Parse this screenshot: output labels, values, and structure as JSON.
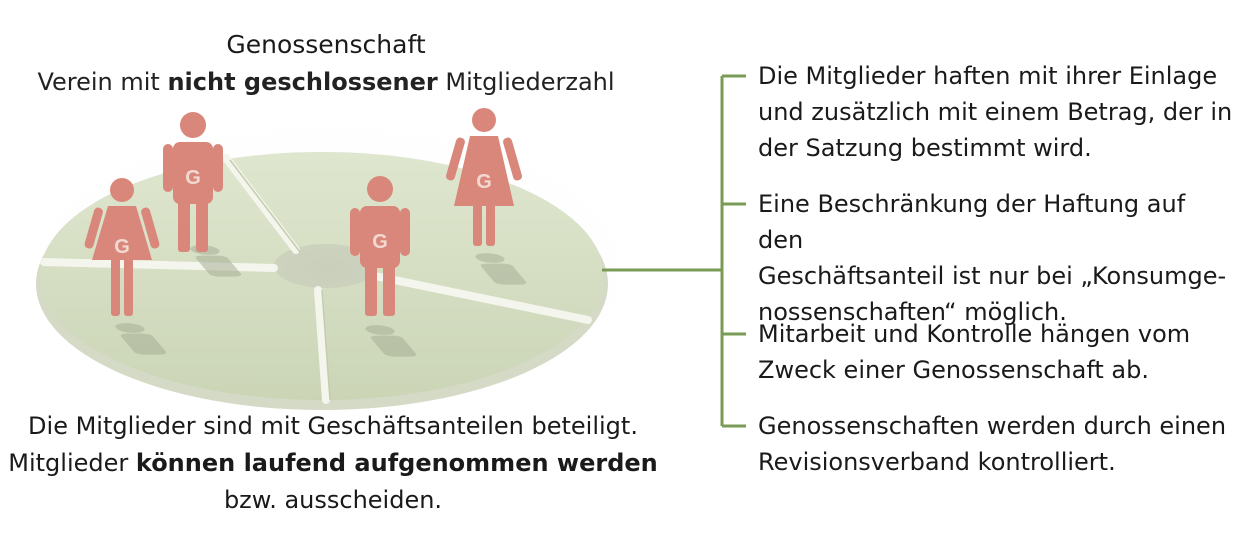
{
  "heading": {
    "title": "Genossenschaft",
    "subtitle_pre": "Verein mit ",
    "subtitle_bold": "nicht geschlossener",
    "subtitle_post": " Mitgliederzahl"
  },
  "members": [
    {
      "type": "female",
      "badge": "G"
    },
    {
      "type": "male",
      "badge": "G"
    },
    {
      "type": "male",
      "badge": "G"
    },
    {
      "type": "female",
      "badge": "G"
    }
  ],
  "bottom_text": {
    "line1": "Die Mitglieder sind mit Geschäftsanteilen beteiligt.",
    "line2_pre": "Mitglieder ",
    "line2_bold": "können laufend aufgenommen werden",
    "line3": "bzw. ausscheiden."
  },
  "points": [
    {
      "line1": "Die Mitglieder haften mit ihrer Einlage",
      "line2": "und zusätzlich mit einem Betrag, der in",
      "line3": "der Satzung bestimmt wird."
    },
    {
      "line1": "Eine Beschränkung der Haftung auf den",
      "line2": "Geschäftsanteil ist nur bei „Konsumge-",
      "line3": "nossenschaften“ möglich."
    },
    {
      "line1": "Mitarbeit und Kontrolle hängen vom",
      "line2": "Zweck einer Genossenschaft ab."
    },
    {
      "line1": "Genossenschaften werden durch einen",
      "line2": "Revisionsverband kontrolliert."
    }
  ],
  "colors": {
    "figure": "#d9877a",
    "disc": "#d4dcc2",
    "disc_edge": "#b9c4a2",
    "bracket": "#7a9b55"
  }
}
